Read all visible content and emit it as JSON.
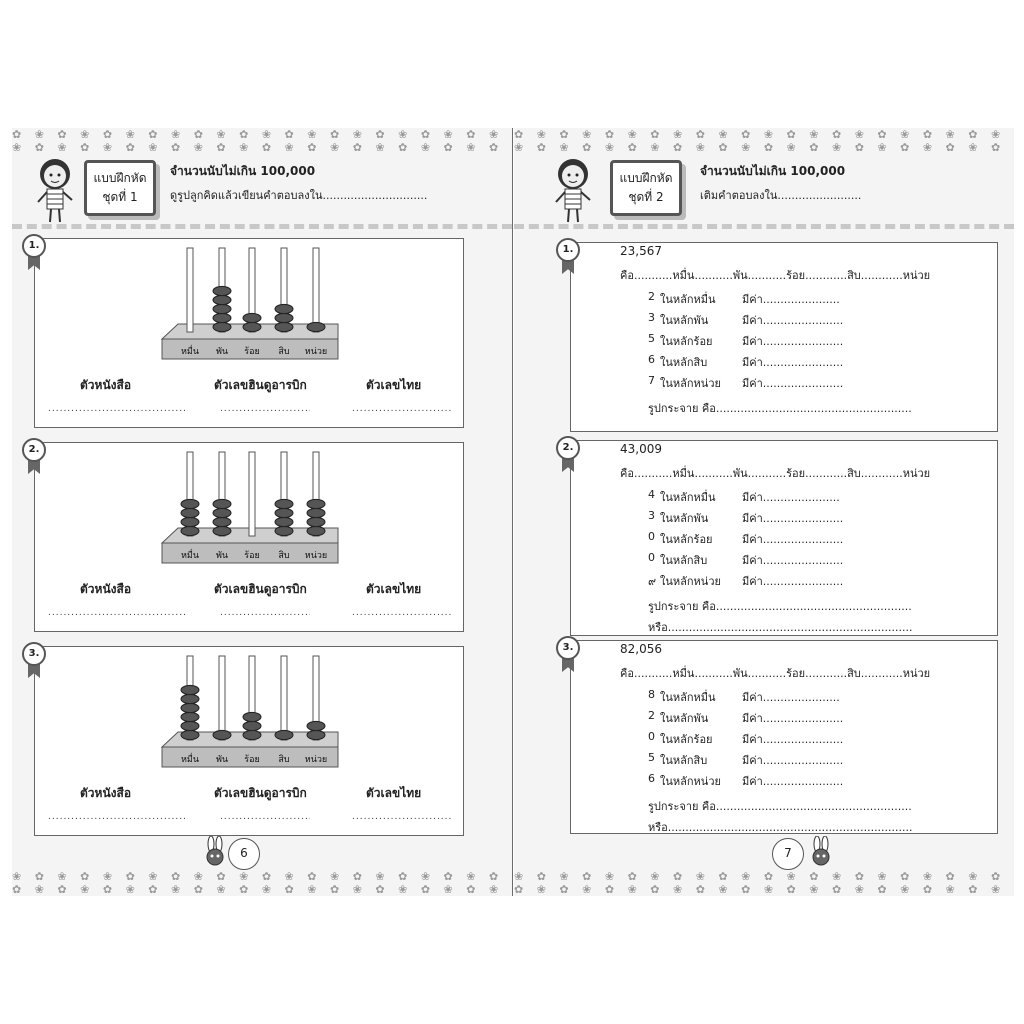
{
  "left": {
    "badge": {
      "line1": "แบบฝึกหัด",
      "line2": "ชุดที่ 1"
    },
    "title": "จำนวนนับไม่เกิน 100,000",
    "subtitle": "ดูรูปลูกคิดแล้วเขียนคำตอบลงใน..............................",
    "place_labels": [
      "หมื่น",
      "พัน",
      "ร้อย",
      "สิบ",
      "หน่วย"
    ],
    "answer_labels": {
      "text": "ตัวหนังสือ",
      "hindu": "ตัวเลขฮินดูอารบิก",
      "thai": "ตัวเลขไทย"
    },
    "answer_dots": "..........................................",
    "exercises": [
      {
        "number": "1.",
        "beads": [
          0,
          5,
          2,
          3,
          1
        ]
      },
      {
        "number": "2.",
        "beads": [
          4,
          4,
          0,
          4,
          4
        ]
      },
      {
        "number": "3.",
        "beads": [
          6,
          1,
          3,
          1,
          2
        ]
      }
    ],
    "page_number": "6"
  },
  "right": {
    "badge": {
      "line1": "แบบฝึกหัด",
      "line2": "ชุดที่ 2"
    },
    "title": "จำนวนนับไม่เกิน 100,000",
    "subtitle": "เติมคำตอบลงใน........................",
    "exercises": [
      {
        "number": "1.",
        "value": "23,567",
        "expand": "คือ...........หมื่น...........พัน...........ร้อย............สิบ............หน่วย",
        "rows": [
          {
            "digit": "2",
            "place": "ในหลักหมื่น",
            "label": "มีค่า......................"
          },
          {
            "digit": "3",
            "place": "ในหลักพัน",
            "label": "มีค่า......................."
          },
          {
            "digit": "5",
            "place": "ในหลักร้อย",
            "label": "มีค่า......................."
          },
          {
            "digit": "6",
            "place": "ในหลักสิบ",
            "label": "มีค่า......................."
          },
          {
            "digit": "7",
            "place": "ในหลักหน่วย",
            "label": "มีค่า......................."
          }
        ],
        "extra": [
          "รูปกระจาย คือ........................................................"
        ]
      },
      {
        "number": "2.",
        "value": "43,009",
        "expand": "คือ...........หมื่น...........พัน...........ร้อย............สิบ............หน่วย",
        "rows": [
          {
            "digit": "4",
            "place": "ในหลักหมื่น",
            "label": "มีค่า......................"
          },
          {
            "digit": "3",
            "place": "ในหลักพัน",
            "label": "มีค่า......................."
          },
          {
            "digit": "0",
            "place": "ในหลักร้อย",
            "label": "มีค่า......................."
          },
          {
            "digit": "0",
            "place": "ในหลักสิบ",
            "label": "มีค่า......................."
          },
          {
            "digit": "๙",
            "place": "ในหลักหน่วย",
            "label": "มีค่า......................."
          }
        ],
        "extra": [
          "รูปกระจาย คือ........................................................",
          "หรือ......................................................................"
        ]
      },
      {
        "number": "3.",
        "value": "82,056",
        "expand": "คือ...........หมื่น...........พัน...........ร้อย............สิบ............หน่วย",
        "rows": [
          {
            "digit": "8",
            "place": "ในหลักหมื่น",
            "label": "มีค่า......................"
          },
          {
            "digit": "2",
            "place": "ในหลักพัน",
            "label": "มีค่า......................."
          },
          {
            "digit": "0",
            "place": "ในหลักร้อย",
            "label": "มีค่า......................."
          },
          {
            "digit": "5",
            "place": "ในหลักสิบ",
            "label": "มีค่า......................."
          },
          {
            "digit": "6",
            "place": "ในหลักหน่วย",
            "label": "มีค่า......................."
          }
        ],
        "extra": [
          "รูปกระจาย คือ........................................................",
          "หรือ......................................................................"
        ]
      }
    ],
    "page_number": "7"
  }
}
